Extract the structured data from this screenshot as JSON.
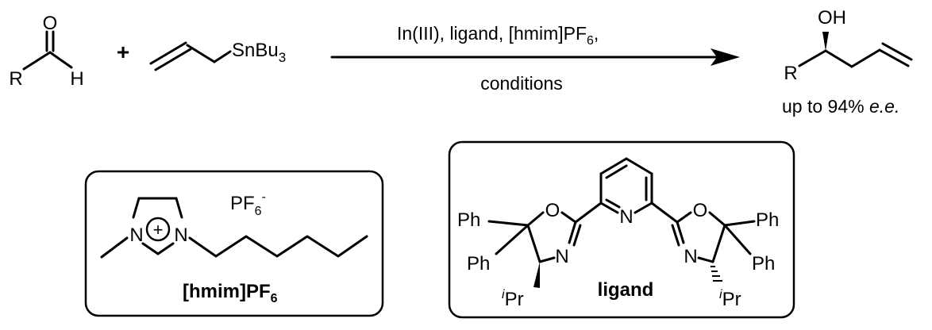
{
  "reagents": {
    "aldehyde": {
      "o": "O",
      "r": "R",
      "h": "H"
    },
    "plus": "+",
    "stannane": {
      "sn": "SnBu",
      "sub": "3"
    }
  },
  "arrow": {
    "top_text": "In(III), ligand, [hmim]PF",
    "top_sub": "6",
    "top_tail": ",",
    "bottom_text": "conditions"
  },
  "product": {
    "oh": "OH",
    "r": "R",
    "ee_prefix": "up to 94% ",
    "ee_italic": "e.e."
  },
  "ionic_liquid": {
    "pf": "PF",
    "pf_sub": "6",
    "pf_sup": "-",
    "n1": "N",
    "n2": "N",
    "plus": "+",
    "name_main": "[hmim]PF",
    "name_sub": "6"
  },
  "ligand": {
    "ph1": "Ph",
    "ph2": "Ph",
    "ph3": "Ph",
    "ph4": "Ph",
    "o_left": "O",
    "o_right": "O",
    "n_left": "N",
    "n_right": "N",
    "n_py": "N",
    "ipr_i": "i",
    "ipr_pr": "Pr",
    "name": "ligand"
  }
}
